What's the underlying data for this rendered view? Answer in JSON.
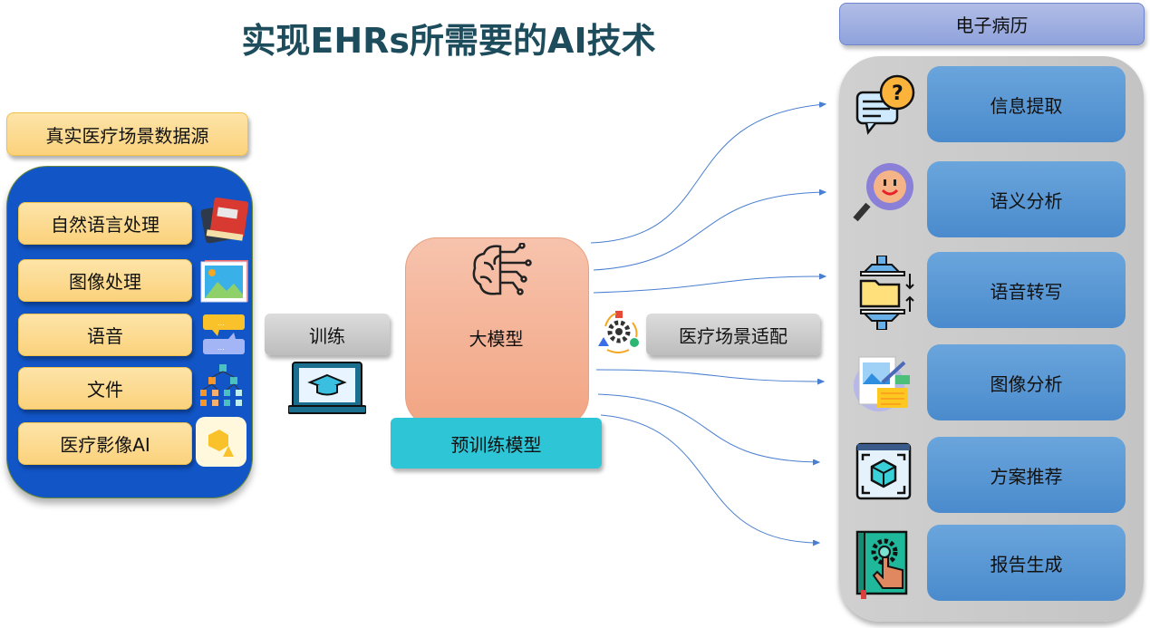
{
  "title": "实现EHRs所需要的AI技术",
  "data_source": {
    "header": "真实医疗场景数据源",
    "items": [
      {
        "label": "自然语言处理",
        "icon": "book-icon"
      },
      {
        "label": "图像处理",
        "icon": "image-icon"
      },
      {
        "label": "语音",
        "icon": "chat-bubbles-icon"
      },
      {
        "label": "文件",
        "icon": "hierarchy-icon"
      },
      {
        "label": "医疗影像AI",
        "icon": "box-warning-icon"
      }
    ]
  },
  "training": {
    "label": "训练",
    "icon": "laptop-graduation-icon"
  },
  "model": {
    "label": "大模型",
    "icon": "brain-circuit-icon",
    "pretrained": "预训练模型"
  },
  "adaptation": {
    "label": "医疗场景适配",
    "icon": "gear-cycle-icon"
  },
  "ehr": {
    "header": "电子病历",
    "items": [
      {
        "label": "信息提取",
        "icon": "question-chat-icon"
      },
      {
        "label": "语义分析",
        "icon": "magnifier-face-icon"
      },
      {
        "label": "语音转写",
        "icon": "folder-compress-icon"
      },
      {
        "label": "图像分析",
        "icon": "image-edit-icon"
      },
      {
        "label": "方案推荐",
        "icon": "cube-screen-icon"
      },
      {
        "label": "报告生成",
        "icon": "gear-book-icon"
      }
    ]
  },
  "colors": {
    "title": "#1d4d5c",
    "blue_panel": "#1155c7",
    "pretrained": "#2ec6d6",
    "ehr_button": "#5b9bd5"
  }
}
